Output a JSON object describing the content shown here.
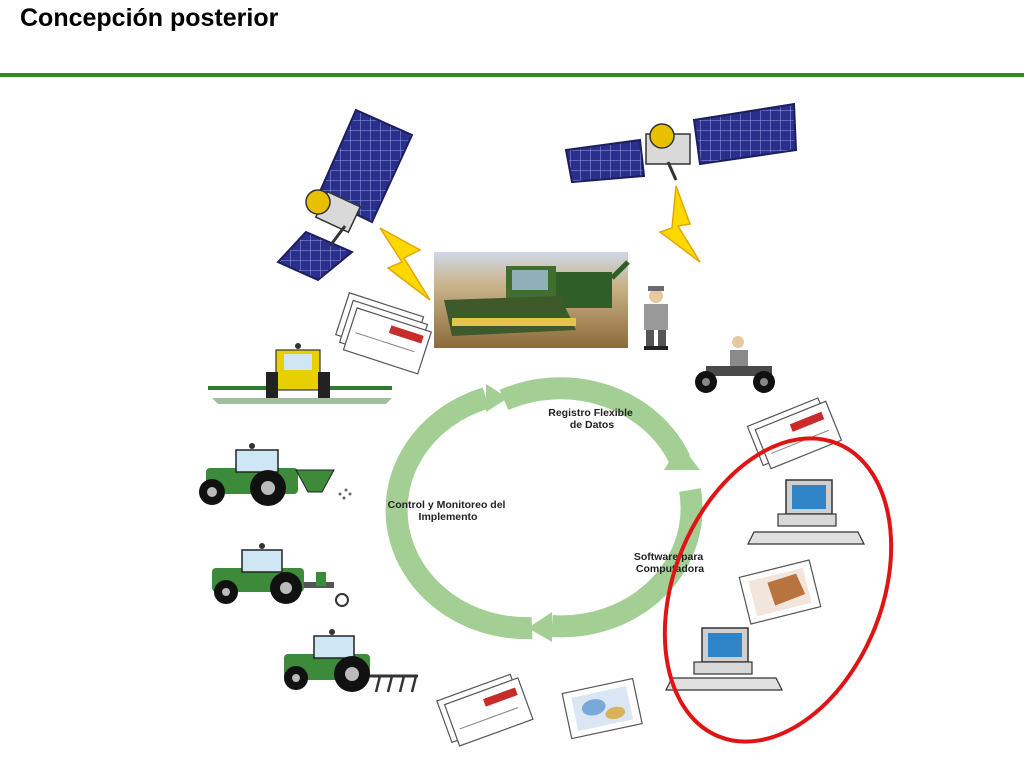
{
  "slide": {
    "title": "Concepción posterior"
  },
  "cycle": {
    "stages": [
      {
        "line1": "Registro Flexible",
        "line2": "de Datos"
      },
      {
        "line1": "Software para",
        "line2": "Computadora"
      },
      {
        "line1": "Control y Monitoreo del",
        "line2": "Implemento"
      }
    ]
  },
  "colors": {
    "accent_rule": "#2e8b1e",
    "cycle_arrow": "#a3cf95",
    "highlight_ellipse": "#e01414",
    "tractor_green": "#3c8a3a"
  }
}
